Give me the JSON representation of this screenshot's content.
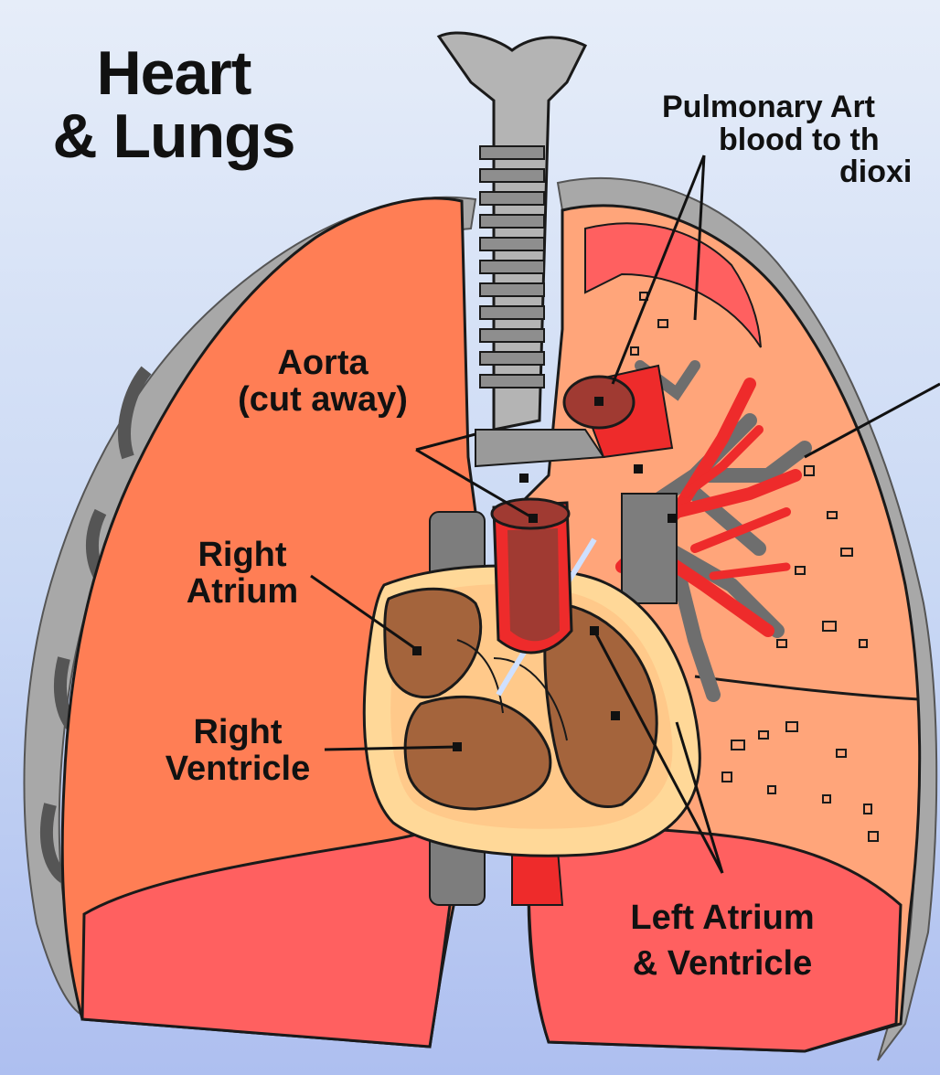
{
  "title": {
    "line1": "Heart",
    "line2": "& Lungs"
  },
  "labels": {
    "aorta_line1": "Aorta",
    "aorta_line2": "(cut away)",
    "right_atrium_line1": "Right",
    "right_atrium_line2": "Atrium",
    "right_ventricle_line1": "Right",
    "right_ventricle_line2": "Ventricle",
    "left_heart_line1": "Left Atrium",
    "left_heart_line2": "& Ventricle",
    "pulmonary_line1": "Pulmonary Art",
    "pulmonary_line2": "blood to th",
    "pulmonary_line3": "dioxi"
  },
  "colors": {
    "lung_right": "#ff7e55",
    "lung_left": "#ffa57a",
    "lung_base": "#ff6060",
    "pleura": "#a8a8a8",
    "trachea": "#b4b4b4",
    "artery": "#ee2b2b",
    "heart_muscle": "#a4643c",
    "pericardium": "#ffd898",
    "outline": "#1a1a1a"
  }
}
